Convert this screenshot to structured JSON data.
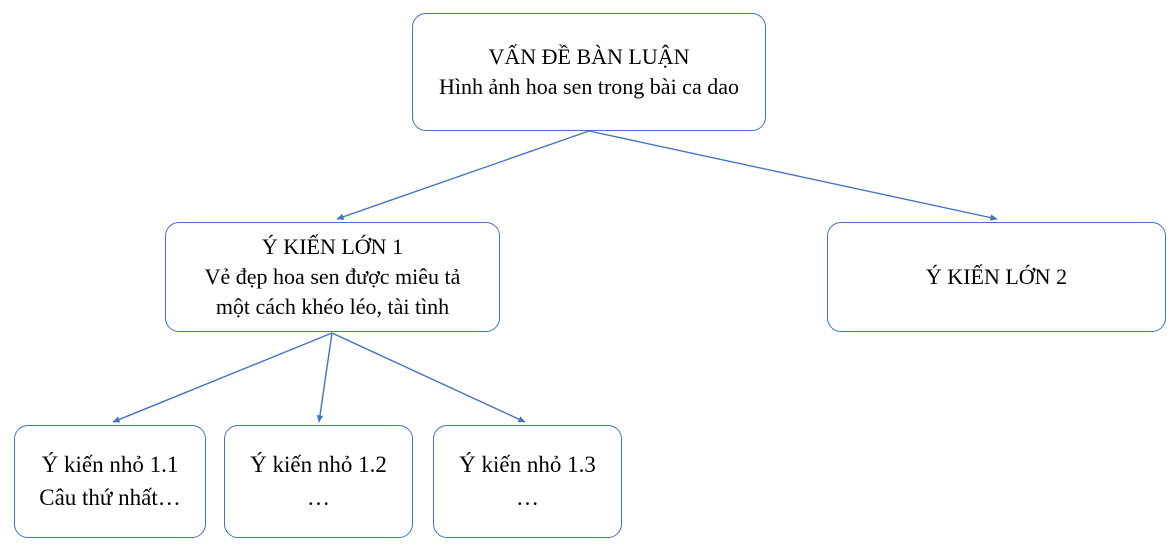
{
  "colors": {
    "accent": "#4472C4",
    "text": "#000000",
    "background": "#ffffff"
  },
  "nodes": {
    "root": {
      "title": "VẤN ĐỀ BÀN LUẬN",
      "subtitle": "Hình ảnh hoa sen trong bài ca dao"
    },
    "opinion1": {
      "title": "Ý KIẾN LỚN 1",
      "subtitle": "Vẻ đẹp hoa sen được miêu tả một cách khéo léo, tài tình"
    },
    "opinion2": {
      "title": "Ý KIẾN LỚN 2"
    },
    "sub11": {
      "title": "Ý kiến nhỏ 1.1",
      "subtitle": "Câu thứ nhất…"
    },
    "sub12": {
      "title": "Ý kiến nhỏ 1.2",
      "subtitle": "…"
    },
    "sub13": {
      "title": "Ý kiến nhỏ 1.3",
      "subtitle": "…"
    }
  },
  "edges": [
    {
      "from": "root",
      "to": "opinion1"
    },
    {
      "from": "root",
      "to": "opinion2"
    },
    {
      "from": "opinion1",
      "to": "sub11"
    },
    {
      "from": "opinion1",
      "to": "sub12"
    },
    {
      "from": "opinion1",
      "to": "sub13"
    }
  ]
}
